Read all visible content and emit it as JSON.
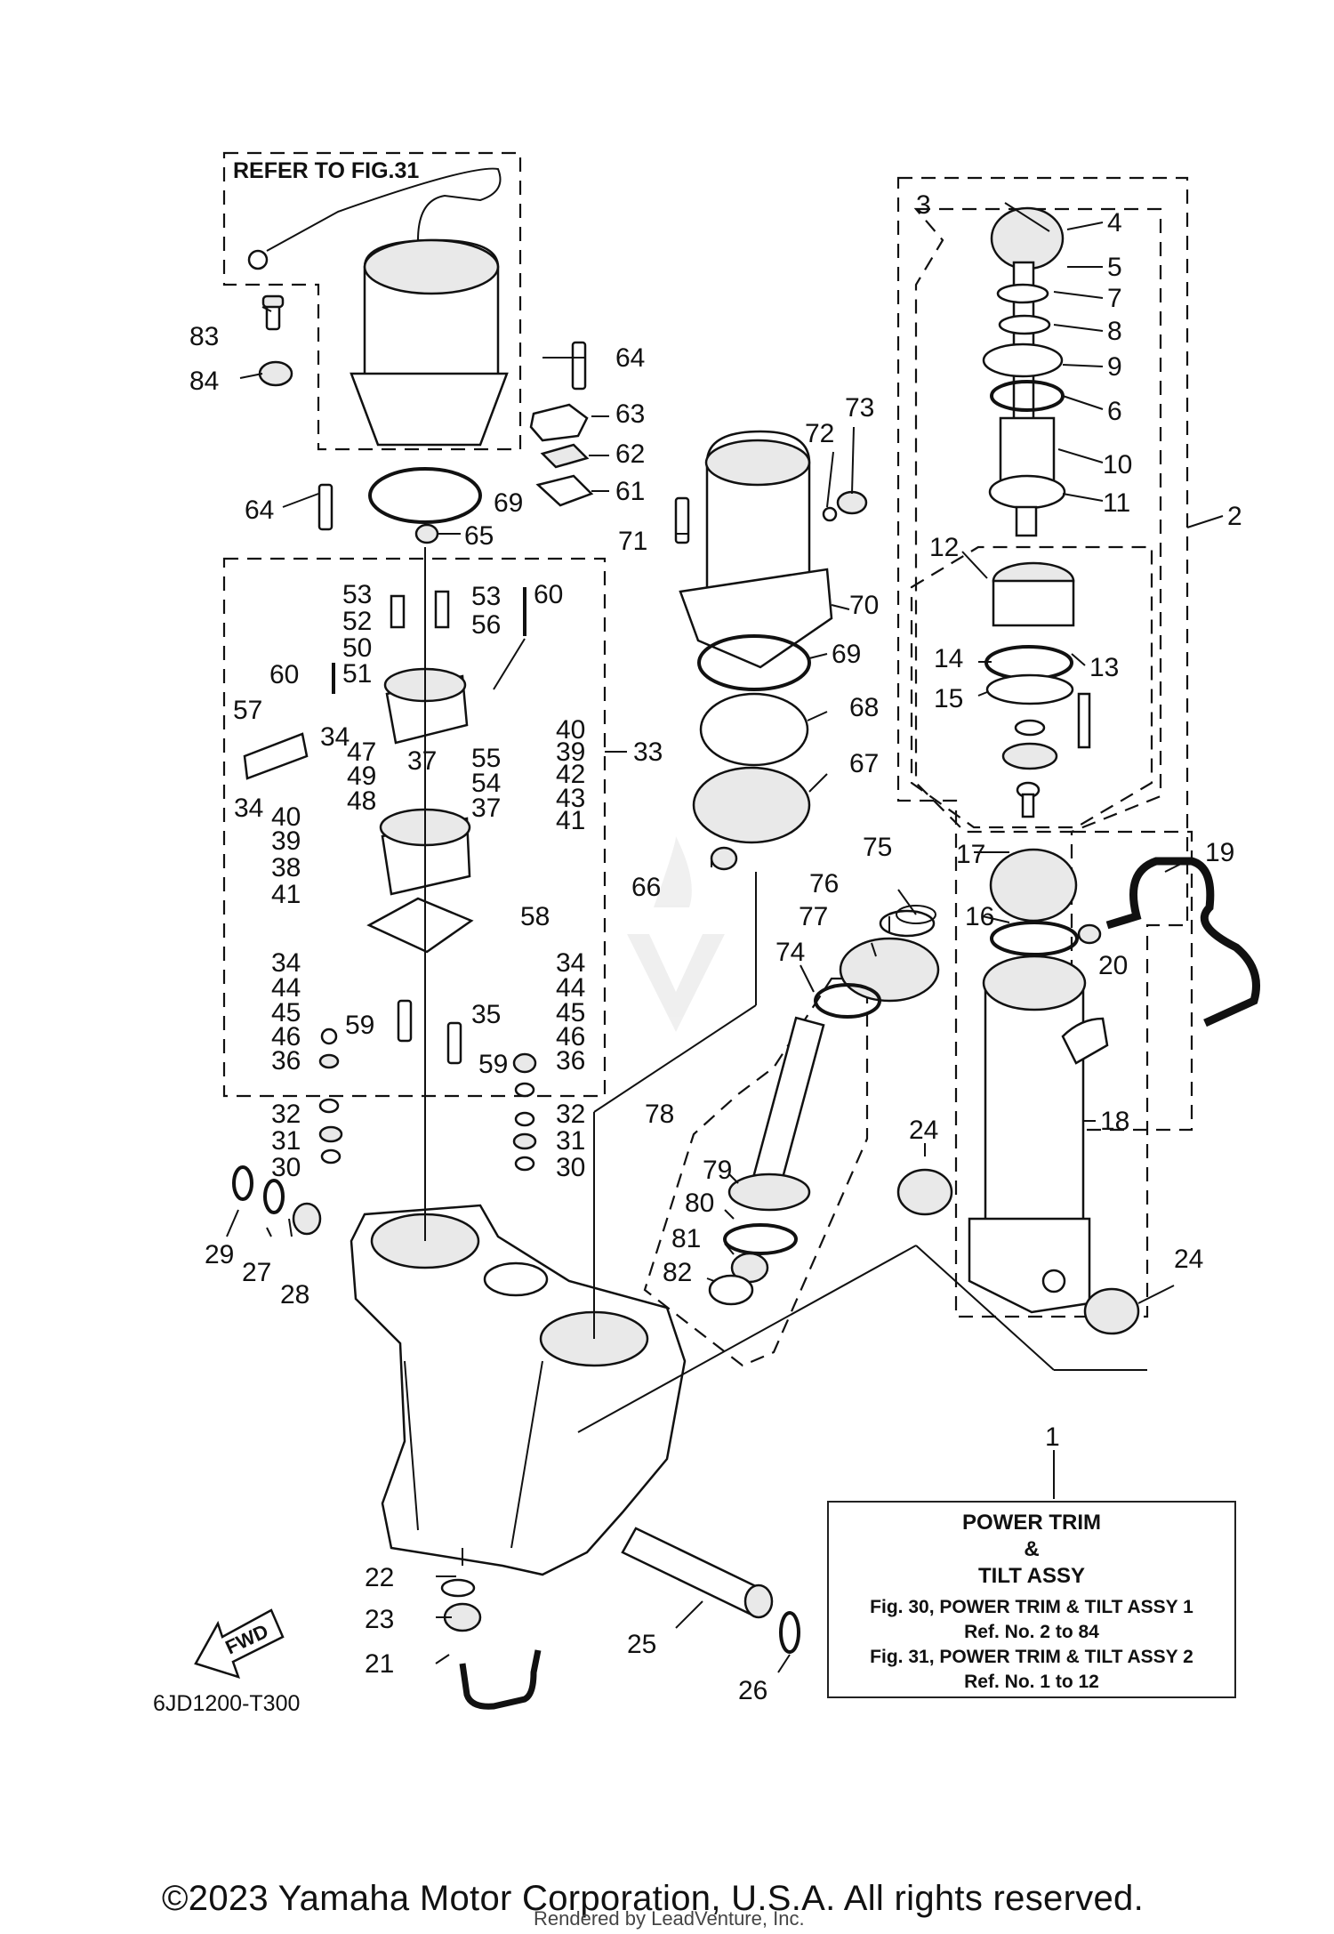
{
  "header": {
    "refer_note": "REFER TO FIG.31"
  },
  "legend": {
    "title_line1": "POWER TRIM",
    "title_line2": "&",
    "title_line3": "TILT ASSY",
    "line1": "Fig. 30, POWER TRIM & TILT ASSY 1",
    "line2": "Ref. No. 2 to 84",
    "line3": "Fig. 31, POWER TRIM & TILT ASSY 2",
    "line4": "Ref. No. 1 to 12"
  },
  "fwd_label": "FWD",
  "diagram_code": "6JD1200-T300",
  "footer": {
    "copyright": "©2023 Yamaha Motor Corporation, U.S.A. All rights reserved.",
    "rendered_by": "Rendered by LeadVenture, Inc."
  },
  "callouts": [
    "1",
    "2",
    "3",
    "4",
    "5",
    "6",
    "7",
    "8",
    "9",
    "10",
    "11",
    "12",
    "13",
    "14",
    "15",
    "16",
    "17",
    "18",
    "19",
    "20",
    "21",
    "22",
    "23",
    "24",
    "24",
    "25",
    "26",
    "27",
    "28",
    "29",
    "30",
    "30",
    "31",
    "31",
    "32",
    "32",
    "33",
    "34",
    "34",
    "34",
    "34",
    "35",
    "36",
    "36",
    "37",
    "37",
    "38",
    "39",
    "39",
    "40",
    "40",
    "41",
    "41",
    "42",
    "43",
    "44",
    "44",
    "45",
    "45",
    "46",
    "46",
    "47",
    "48",
    "49",
    "50",
    "51",
    "52",
    "53",
    "53",
    "54",
    "55",
    "56",
    "57",
    "58",
    "59",
    "59",
    "60",
    "60",
    "61",
    "62",
    "63",
    "64",
    "64",
    "65",
    "66",
    "67",
    "68",
    "69",
    "69",
    "70",
    "71",
    "72",
    "73",
    "74",
    "75",
    "76",
    "77",
    "78",
    "79",
    "80",
    "81",
    "82",
    "83",
    "84"
  ]
}
